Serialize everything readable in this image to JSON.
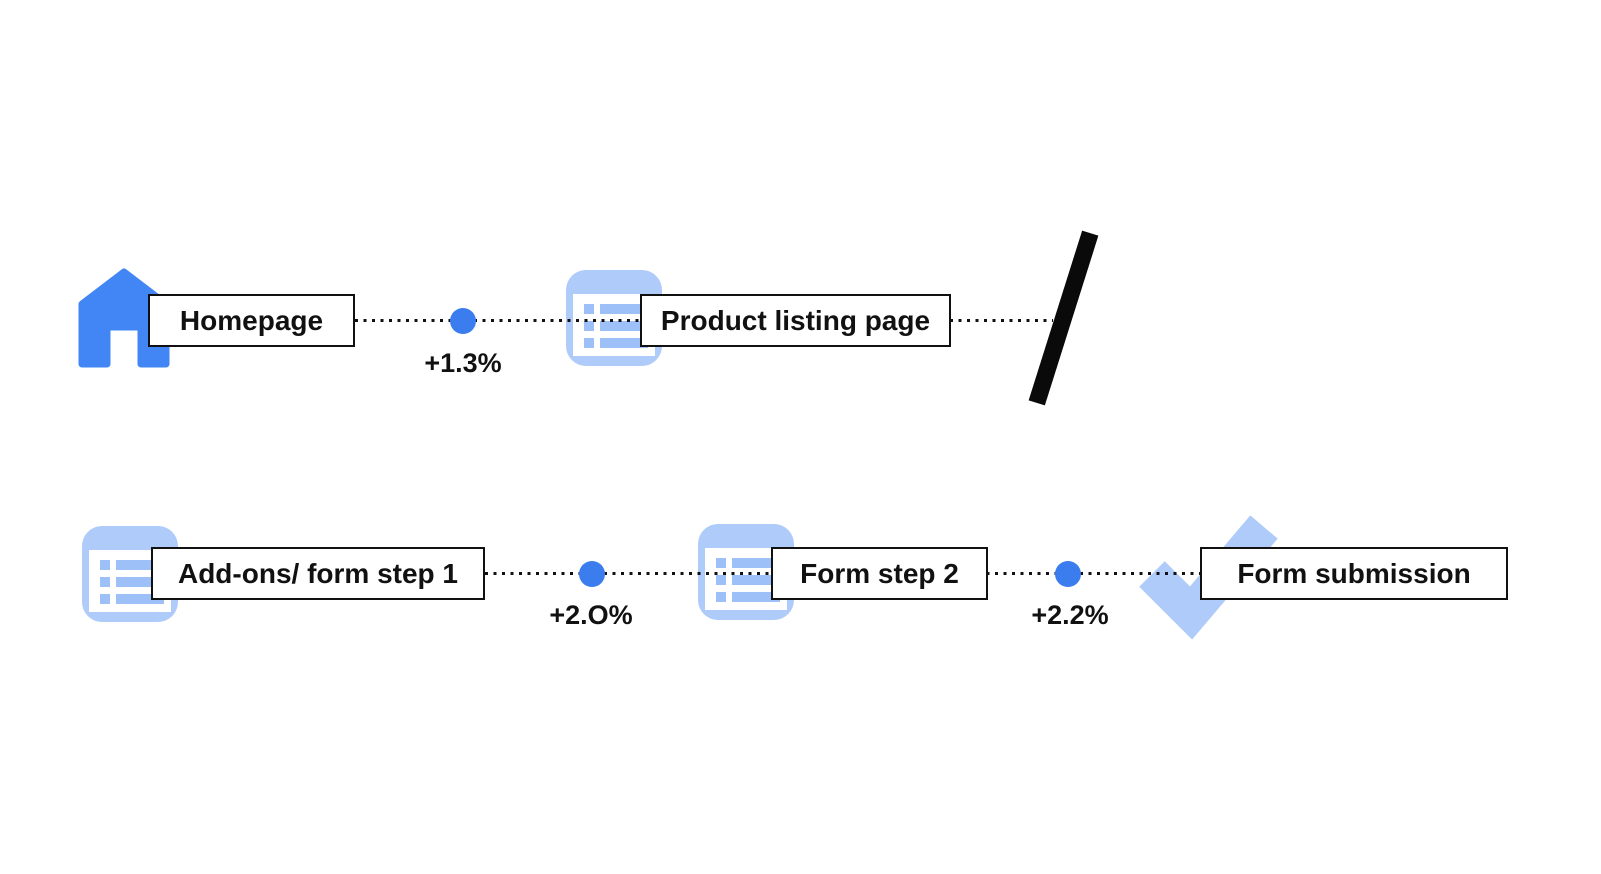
{
  "colors": {
    "accent_blue": "#4285F4",
    "dot_blue": "#3B7CEF",
    "light_blue": "#AECBFA",
    "light_blue_detail": "#9CC0F7",
    "outline_black": "#111111",
    "background": "#FFFFFF"
  },
  "flow": {
    "row1": {
      "steps": [
        {
          "label": "Homepage",
          "icon": "home-icon"
        },
        {
          "label": "Product listing page",
          "icon": "list-icon"
        }
      ],
      "connector1_delta": "+1.3%",
      "connector2_terminator": "slash-drop-off-mark"
    },
    "row2": {
      "steps": [
        {
          "label": "Add-ons/ form step 1",
          "icon": "list-icon"
        },
        {
          "label": "Form step 2",
          "icon": "list-icon"
        },
        {
          "label": "Form submission",
          "icon": "check-icon"
        }
      ],
      "connector1_delta": "+2.O%",
      "connector2_delta": "+2.2%"
    }
  }
}
